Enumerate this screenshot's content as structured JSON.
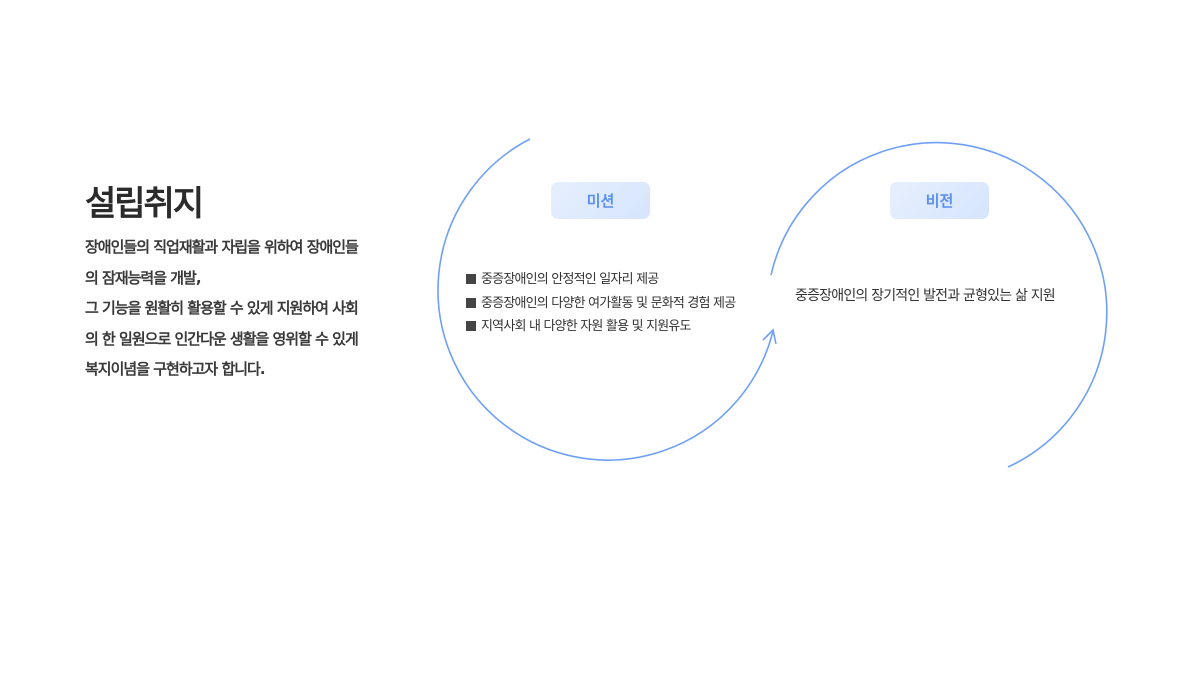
{
  "heading": "설립취지",
  "description": [
    "장애인들의 직업재활과 자립을 위하여 장애인들",
    "의 잠재능력을 개발,",
    "그 기능을 원활히 활용할 수 있게 지원하여 사회",
    "의 한 일원으로 인간다운 생활을 영위할 수 있게",
    "복지이념을 구현하고자 합니다."
  ],
  "mission": {
    "label": "미션",
    "items": [
      "중증장애인의 안정적인 일자리 제공",
      "중증장애인의 다양한 여가활동 및 문화적 경험 제공",
      "지역사회 내 다양한 자원 활용 및 지원유도"
    ]
  },
  "vision": {
    "label": "비전",
    "text": "중증장애인의 장기적인 발전과 균형있는 삶 지원"
  },
  "colors": {
    "accent": "#6fa0f5",
    "badge_text": "#5a8ff0"
  }
}
